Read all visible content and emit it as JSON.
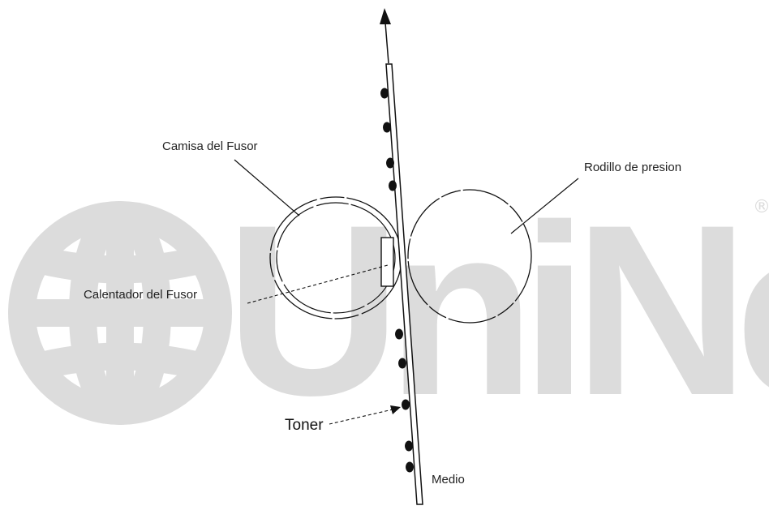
{
  "labels": {
    "fuser_sleeve": "Camisa del Fusor",
    "pressure_roller": "Rodillo de presion",
    "fuser_heater": "Calentador del Fusor",
    "toner": "Toner",
    "media": "Medio"
  },
  "watermark": {
    "brand": "UniNet",
    "registered_mark": "®",
    "color": "#dcdcdc"
  },
  "colors": {
    "line": "#111111",
    "toner": "#111111"
  },
  "icons": {
    "watermark_logo": "globe-icon",
    "flow_arrow": "arrow-up-icon"
  }
}
